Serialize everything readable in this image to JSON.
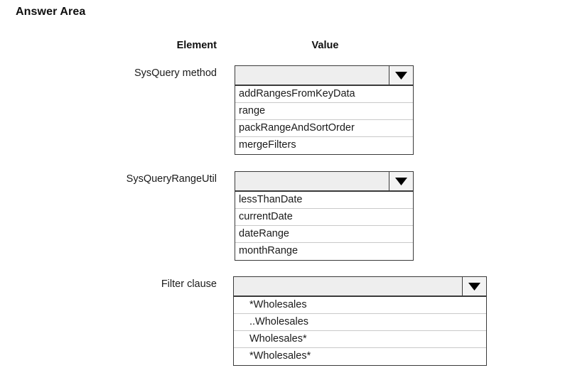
{
  "page": {
    "title": "Answer Area"
  },
  "headers": {
    "element": "Element",
    "value": "Value"
  },
  "rows": [
    {
      "label": "SysQuery method",
      "selected_value": "",
      "arrow_icon": "chevron-down-icon",
      "options": [
        "addRangesFromKeyData",
        "range",
        "packRangeAndSortOrder",
        "mergeFilters"
      ]
    },
    {
      "label": "SysQueryRangeUtil",
      "selected_value": "",
      "arrow_icon": "chevron-down-icon",
      "options": [
        "lessThanDate",
        "currentDate",
        "dateRange",
        "monthRange"
      ]
    },
    {
      "label": "Filter clause",
      "selected_value": "",
      "arrow_icon": "chevron-down-icon",
      "options": [
        "*Wholesales",
        "..Wholesales",
        "Wholesales*",
        "*Wholesales*"
      ]
    }
  ],
  "colors": {
    "page_background": "#ffffff",
    "combo_fill": "#eeeeee",
    "border": "#3a3a3a",
    "row_divider": "#c9c9c9",
    "text": "#1a1a1a"
  }
}
